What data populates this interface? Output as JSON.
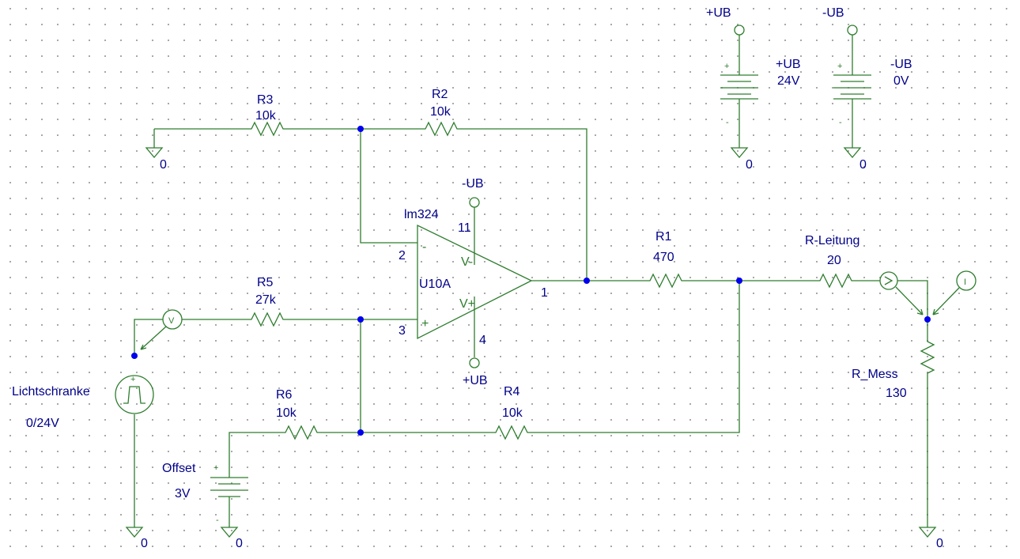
{
  "components": {
    "r3": {
      "name": "R3",
      "value": "10k"
    },
    "r2": {
      "name": "R2",
      "value": "10k"
    },
    "r1": {
      "name": "R1",
      "value": "470"
    },
    "r5": {
      "name": "R5",
      "value": "27k"
    },
    "r6": {
      "name": "R6",
      "value": "10k"
    },
    "r4": {
      "name": "R4",
      "value": "10k"
    },
    "r_leitung": {
      "name": "R-Leitung",
      "value": "20"
    },
    "r_mess": {
      "name": "R_Mess",
      "value": "130"
    },
    "opamp": {
      "model": "lm324",
      "ref": "U10A",
      "vminus_label": "V-",
      "vplus_label": "V+",
      "minus_sign": "-",
      "plus_sign": "+"
    },
    "pins": {
      "inv": "2",
      "noninv": "3",
      "out": "1",
      "vneg": "11",
      "vpos": "4"
    },
    "supplies": {
      "opamp_neg": "-UB",
      "opamp_pos": "+UB",
      "vpos_port": "+UB",
      "vpos_name": "+UB",
      "vpos_value": "24V",
      "vneg_port": "-UB",
      "vneg_name": "-UB",
      "vneg_value": "0V"
    },
    "source_lichtschranke": {
      "name": "Lichtschranke",
      "value": "0/24V"
    },
    "source_offset": {
      "name": "Offset",
      "value": "3V"
    },
    "ground_label": "0",
    "probe_v": "V",
    "probe_i": "I",
    "plus_mark": "+",
    "minus_mark": "-"
  }
}
